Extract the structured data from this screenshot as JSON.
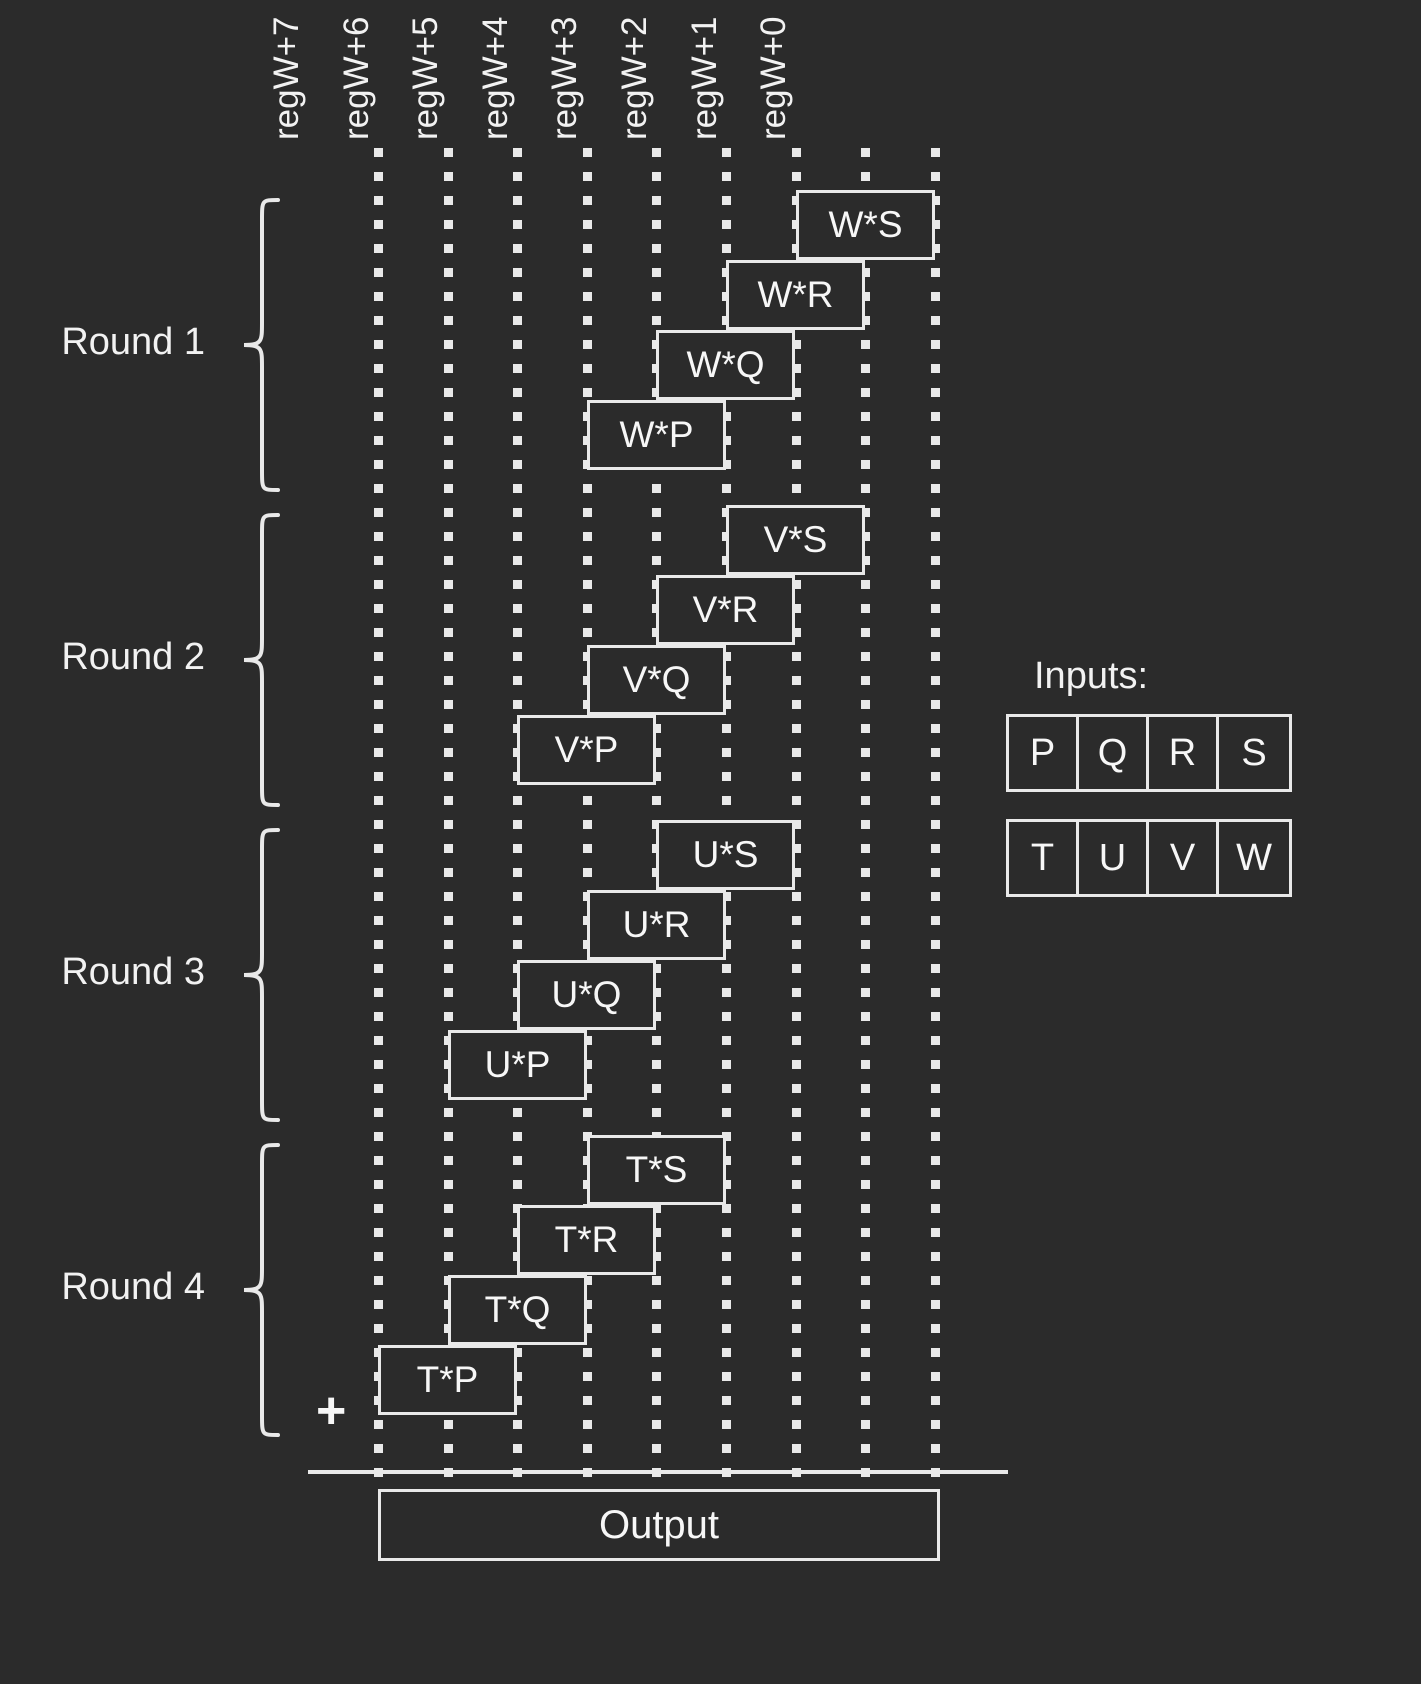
{
  "diagram": {
    "title_columns": [
      "regW+7",
      "regW+6",
      "regW+5",
      "regW+4",
      "regW+3",
      "regW+2",
      "regW+1",
      "regW+0"
    ],
    "rounds": [
      {
        "label": "Round 1",
        "products": [
          {
            "text": "W*S",
            "col": 6,
            "span": 2,
            "row": 0
          },
          {
            "text": "W*R",
            "col": 5,
            "span": 2,
            "row": 1
          },
          {
            "text": "W*Q",
            "col": 4,
            "span": 2,
            "row": 2
          },
          {
            "text": "W*P",
            "col": 3,
            "span": 2,
            "row": 3
          }
        ]
      },
      {
        "label": "Round 2",
        "products": [
          {
            "text": "V*S",
            "col": 5,
            "span": 2,
            "row": 0
          },
          {
            "text": "V*R",
            "col": 4,
            "span": 2,
            "row": 1
          },
          {
            "text": "V*Q",
            "col": 3,
            "span": 2,
            "row": 2
          },
          {
            "text": "V*P",
            "col": 2,
            "span": 2,
            "row": 3
          }
        ]
      },
      {
        "label": "Round 3",
        "products": [
          {
            "text": "U*S",
            "col": 4,
            "span": 2,
            "row": 0
          },
          {
            "text": "U*R",
            "col": 3,
            "span": 2,
            "row": 1
          },
          {
            "text": "U*Q",
            "col": 2,
            "span": 2,
            "row": 2
          },
          {
            "text": "U*P",
            "col": 1,
            "span": 2,
            "row": 3
          }
        ]
      },
      {
        "label": "Round 4",
        "products": [
          {
            "text": "T*S",
            "col": 3,
            "span": 2,
            "row": 0
          },
          {
            "text": "T*R",
            "col": 2,
            "span": 2,
            "row": 1
          },
          {
            "text": "T*Q",
            "col": 1,
            "span": 2,
            "row": 2
          },
          {
            "text": "T*P",
            "col": 0,
            "span": 2,
            "row": 3
          }
        ]
      }
    ],
    "inputs": {
      "title": "Inputs:",
      "row1": [
        "P",
        "Q",
        "R",
        "S"
      ],
      "row2": [
        "T",
        "U",
        "V",
        "W"
      ]
    },
    "sum_operator": "+",
    "output": {
      "label": "Output"
    },
    "colors": {
      "background": "#2b2b2b",
      "foreground": "#f2f2f2",
      "line": "#e9e9e9"
    }
  }
}
